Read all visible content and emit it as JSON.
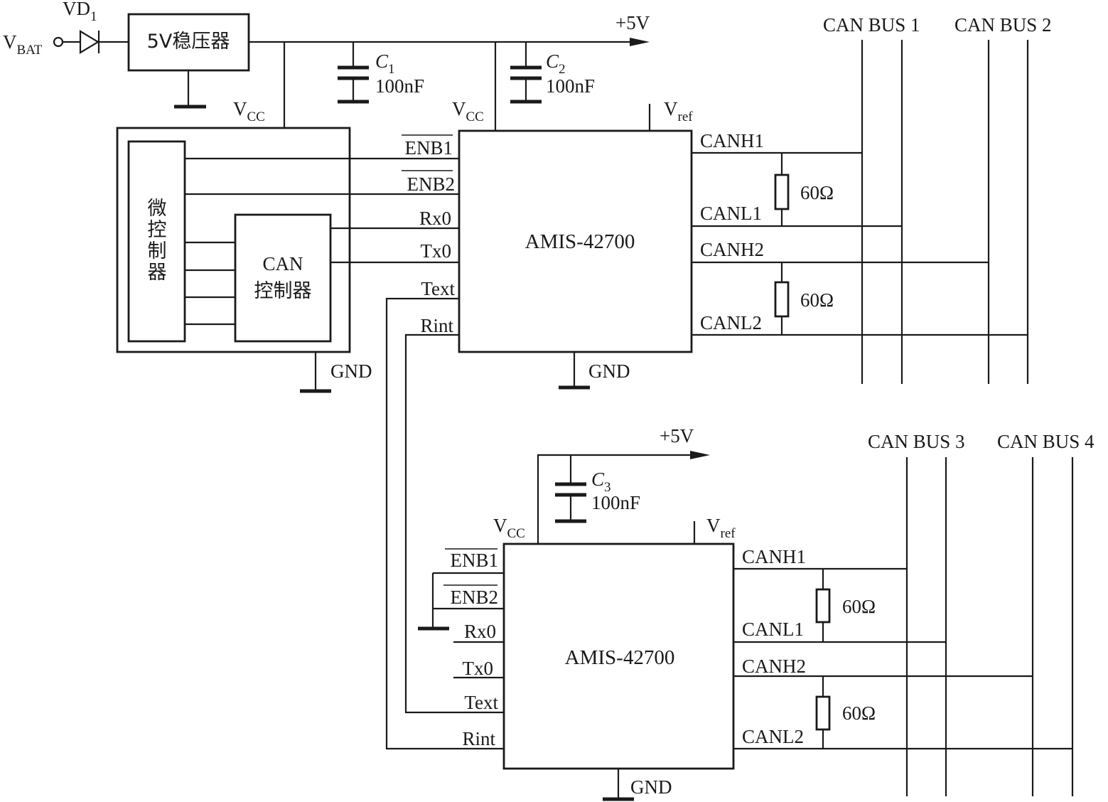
{
  "power": {
    "diode": "VD",
    "diode_sub": "1",
    "vbat": "V",
    "vbat_sub": "BAT",
    "regulator": "5V稳压器",
    "plus5v_top": "+5V",
    "plus5v_bottom": "+5V"
  },
  "capacitors": [
    {
      "name": "C",
      "sub": "1",
      "value": "100nF"
    },
    {
      "name": "C",
      "sub": "2",
      "value": "100nF"
    },
    {
      "name": "C",
      "sub": "3",
      "value": "100nF"
    }
  ],
  "controller": {
    "vcc": "V",
    "vcc_sub": "CC",
    "mcu": [
      "微",
      "控",
      "制",
      "器"
    ],
    "can_ctrl_line1": "CAN",
    "can_ctrl_line2": "控制器",
    "gnd": "GND"
  },
  "transceivers": [
    {
      "name": "AMIS-42700",
      "vcc": "V",
      "vcc_sub": "CC",
      "vref": "V",
      "vref_sub": "ref",
      "gnd": "GND",
      "left_pins": [
        "ENB1",
        "ENB2",
        "Rx0",
        "Tx0",
        "Text",
        "Rint"
      ],
      "right_pins": [
        "CANH1",
        "CANL1",
        "CANH2",
        "CANL2"
      ],
      "resistors": [
        "60Ω",
        "60Ω"
      ]
    },
    {
      "name": "AMIS-42700",
      "vcc": "V",
      "vcc_sub": "CC",
      "vref": "V",
      "vref_sub": "ref",
      "gnd": "GND",
      "left_pins": [
        "ENB1",
        "ENB2",
        "Rx0",
        "Tx0",
        "Text",
        "Rint"
      ],
      "right_pins": [
        "CANH1",
        "CANL1",
        "CANH2",
        "CANL2"
      ],
      "resistors": [
        "60Ω",
        "60Ω"
      ]
    }
  ],
  "buses": [
    "CAN BUS 1",
    "CAN BUS 2",
    "CAN BUS 3",
    "CAN BUS 4"
  ]
}
